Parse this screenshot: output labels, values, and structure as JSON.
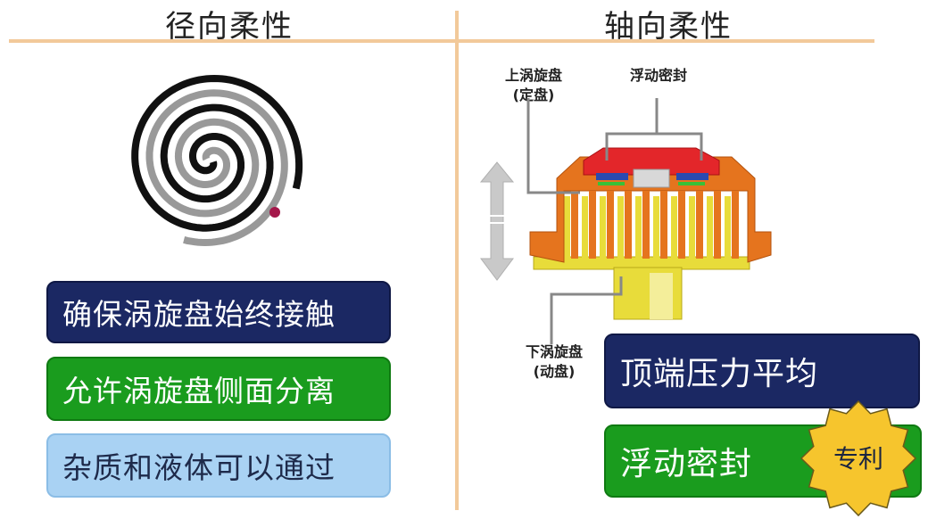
{
  "left": {
    "title": "径向柔性",
    "boxes": [
      {
        "text": "确保涡旋盘始终接触",
        "color": "#1b2863"
      },
      {
        "text": "允许涡旋盘侧面分离",
        "color": "#1a9c1e"
      },
      {
        "text": "杂质和液体可以通过",
        "color": "#a9d2f3"
      }
    ]
  },
  "right": {
    "title": "轴向柔性",
    "labels": {
      "upper_line1": "上涡旋盘",
      "upper_line2": "(定盘)",
      "seal": "浮动密封",
      "lower_line1": "下涡旋盘",
      "lower_line2": "(动盘)"
    },
    "boxes": [
      {
        "text": "顶端压力平均",
        "color": "#1b2863"
      },
      {
        "text": "浮动密封",
        "color": "#1a9c1e"
      }
    ],
    "badge": {
      "text": "专利",
      "color": "#f6c52d"
    }
  },
  "colors": {
    "divider": "#f2c99a",
    "orange_part": "#e5741e",
    "yellow_part": "#e8dc3a",
    "seal_red": "#e3262a",
    "spiral_black": "#111111",
    "spiral_gray": "#999999",
    "dot": "#a4174a"
  }
}
